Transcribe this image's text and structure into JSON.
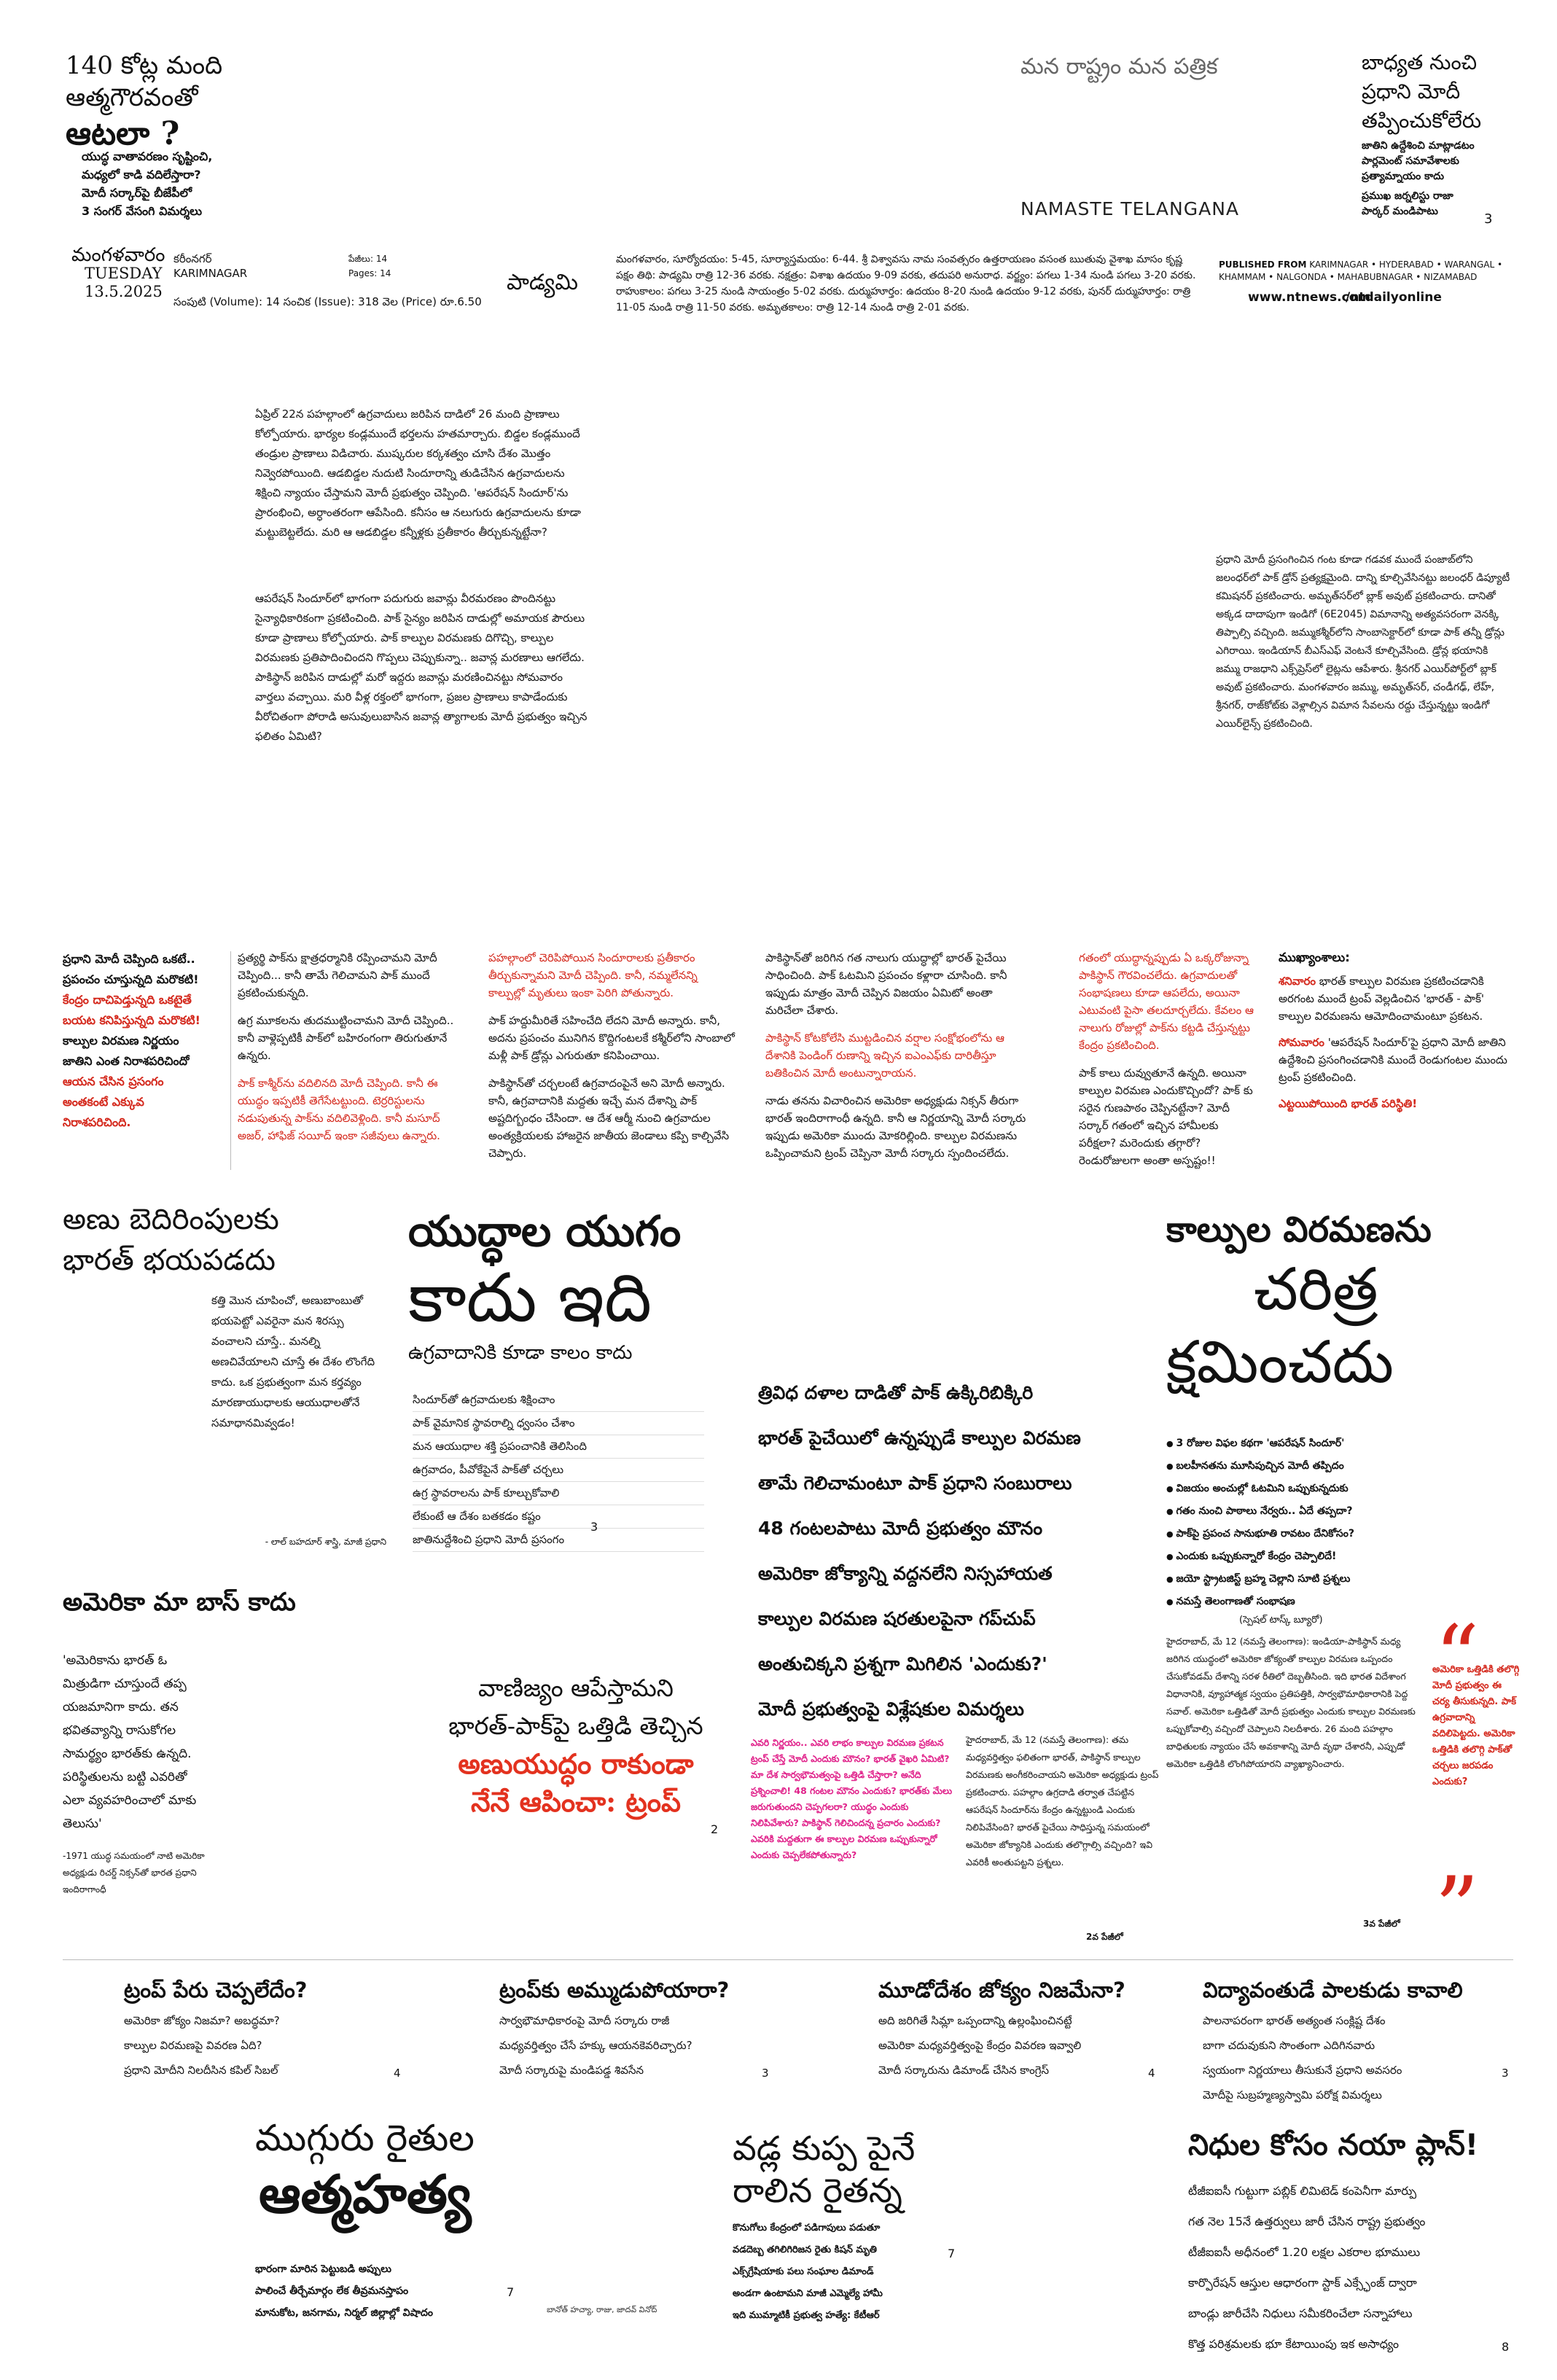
{
  "top_left": {
    "line1": "140 కోట్ల మంది",
    "line2": "ఆత్మగౌరవంతో",
    "line3": "ఆటలా ?",
    "sub1": "యుద్ధ వాతావరణం సృష్టించి,",
    "sub2": "మధ్యలో కాడి వదిలేస్తారా?",
    "sub3": "మోదీ సర్కార్‌పై బీజేపీలో",
    "sub4": "సంగర్ వేసంగి విమర్శలు",
    "sub_page": "3"
  },
  "masthead": {
    "tagline": "మన రాష్ట్రం  మన పత్రిక",
    "brand": "NAMASTE TELANGANA",
    "day_te": "మంగళవారం",
    "day_en": "TUESDAY",
    "date": "13.5.2025",
    "city_te": "కరీంనగర్",
    "city_en": "KARIMNAGAR",
    "pages_te": "పేజీలు: 14",
    "pages_en": "Pages: 14",
    "volume": "సంపుటి (Volume): 14   సంచిక (Issue): 318   వెల (Price) రూ.6.50",
    "panchangam_title": "పాడ్యమి",
    "panchangam": "మంగళవారం, సూర్యోదయం: 5-45, సూర్యాస్తమయం: 6-44. శ్రీ విశ్వావసు నామ సంవత్సరం ఉత్తరాయణం వసంత ఋతువు వైశాఖ మాసం కృష్ణ పక్షం తిథి: పాడ్యమి రాత్రి 12-36 వరకు. నక్షత్రం: విశాఖ ఉదయం 9-09 వరకు, తదుపరి అనురాధ. వర్జ్యం: పగలు 1-34 నుండి పగలు 3-20 వరకు. రాహుకాలం: పగలు 3-25 నుండి సాయంత్రం 5-02 వరకు. దుర్ముహూర్తం: ఉదయం 8-20 నుండి ఉదయం 9-12 వరకు, పునర్ దుర్ముహూర్తం: రాత్రి 11-05 నుండి రాత్రి 11-50 వరకు. అమృతకాలం: రాత్రి 12-14 నుండి రాత్రి 2-01 వరకు.",
    "published_label": "PUBLISHED FROM",
    "published_cities": "KARIMNAGAR • HYDERABAD • WARANGAL • KHAMMAM • NALGONDA • MAHABUBNAGAR • NIZAMABAD",
    "website": "www.ntnews.com",
    "social": "/ntdailyonline"
  },
  "top_right": {
    "line1": "బాధ్యత నుంచి",
    "line2": "ప్రధాని మోదీ",
    "line3": "తప్పించుకోలేరు",
    "sub1": "జాతిని ఉద్దేశించి మాట్లాడటం",
    "sub2": "పార్లమెంట్ సమావేశాలకు",
    "sub3": "ప్రత్యామ్నాయం కాదు",
    "sub4": "ప్రముఖ జర్నలిస్టు రాజా",
    "sub5": "పార్కర్ మండిపాటు",
    "sub_page": "3"
  },
  "center_para1": "ఏప్రిల్ 22న పహల్గాంలో ఉగ్రవాదులు జరిపిన దాడిలో 26 మంది ప్రాణాలు కోల్పోయారు. భార్యల కండ్లముందే భర్తలను హతమార్చారు. బిడ్డల కండ్లముందే తండ్రుల ప్రాణాలు విడిచారు. ముష్కరుల కర్కశత్వం చూసి దేశం మొత్తం నివ్వెరపోయింది. ఆడబిడ్డల నుదుటి సిందూరాన్ని తుడిచేసిన ఉగ్రవాదులను శిక్షించి న్యాయం చేస్తామని మోదీ ప్రభుత్వం చెప్పింది. 'ఆపరేషన్ సిందూర్'ను ప్రారంభించి, అర్ధాంతరంగా ఆపేసింది. కనీసం ఆ నలుగురు ఉగ్రవాదులను కూడా మట్టుబెట్టలేదు. మరి ఆ ఆడబిడ్డల కన్నీళ్లకు ప్రతీకారం తీర్చుకున్నట్టేనా?",
  "center_para2": "ఆపరేషన్ సిందూర్‌లో భాగంగా పదుగురు జవాన్లు వీరమరణం పొందినట్టు సైన్యాధికారికంగా ప్రకటించింది. పాక్ సైన్యం జరిపిన దాడుల్లో అమాయక పౌరులు కూడా ప్రాణాలు కోల్పోయారు. పాక్ కాల్పుల విరమణకు దిగొచ్చి, కాల్పుల విరమణకు ప్రతిపాదించిందని గొప్పలు చెప్పుకున్నా.. జవాన్ల మరణాలు ఆగలేదు. పాకిస్థాన్ జరిపిన దాడుల్లో మరో ఇద్దరు జవాన్లు మరణించినట్టు సోమవారం వార్తలు వచ్చాయి. మరి వీళ్ల రక్తంలో భాగంగా, ప్రజల ప్రాణాలు కాపాడేందుకు వీరోచితంగా పోరాడి అసువులుబాసిన జవాన్ల త్యాగాలకు మోదీ ప్రభుత్వం ఇచ్చిన ఫలితం ఏమిటి?",
  "right_para": "ప్రధాని మోదీ ప్రసంగించిన గంట కూడా గడవక ముందే పంజాబ్‌లోని జలంధర్‌లో పాక్ డ్రోన్ ప్రత్యక్షమైంది. దాన్ని కూల్చివేసినట్టు జలంధర్ డిప్యూటీ కమిషనర్ ప్రకటించారు. అమృత్‌సర్‌లో బ్లాక్ అవుట్ ప్రకటించారు. దానితో అక్కడ దాదాపుగా ఇండిగో (6E2045) విమానాన్ని అత్యవసరంగా వెనక్కి తిప్పాల్సి వచ్చింది. జమ్ముకశ్మీర్‌లోని సాంబాసెక్టార్‌లో కూడా పాక్ తన్నీ డ్రోన్లు ఎగిరాయి. ఇండియాన్ బీఎస్‌ఎఫ్ వెంటనే కూల్చివేసింది. డ్రోన్ల భయానికి జమ్ము రాజధాని ఎక్స్‌ప్రెస్‌లో లైట్లను ఆపేశారు. శ్రీనగర్ ఎయిర్‌పోర్ట్‌లో బ్లాక్ అవుట్ ప్రకటించారు. మంగళవారం జమ్ము, అమృత్‌సర్, చండీగఢ్, లేహ్, శ్రీనగర్, రాజ్‌కోట్‌కు వెళ్లాల్సిన విమాన సేవలను రద్దు చేస్తున్నట్టు ఇండిగో ఎయిర్‌లైన్స్ ప్రకటించింది.",
  "band": {
    "c1": [
      {
        "t": "ప్రధాని మోదీ చెప్పింది ఒకటే..",
        "cls": "bold"
      },
      {
        "t": "ప్రపంచం చూస్తున్నది మరొకటి!",
        "cls": "bold"
      },
      {
        "t": "కేంద్రం దాచిపెడ్తున్నది ఒకటైతే",
        "cls": "red bold"
      },
      {
        "t": "బయట కనిపిస్తున్నది మరొకటి!",
        "cls": "red bold"
      },
      {
        "t": "కాల్పుల విరమణ నిర్ణయం",
        "cls": "bold"
      },
      {
        "t": "జాతిని ఎంత నిరాశపరిచిందో",
        "cls": "bold"
      },
      {
        "t": "ఆయన చేసిన ప్రసంగం",
        "cls": "red bold"
      },
      {
        "t": "అంతకంటే ఎక్కువ",
        "cls": "red bold"
      },
      {
        "t": "నిరాశపరిచింది.",
        "cls": "red bold"
      }
    ],
    "c2a": "ప్రత్యర్థి పాక్‌ను క్షాత్రధర్మానికి రప్పించామని మోదీ చెప్పింది... కానీ తామే గెలిచామని పాక్ ముందే ప్రకటించుకున్నది.",
    "c2b": "ఉగ్ర మూకలను తుదముట్టించామని మోదీ చెప్పింది.. కానీ వాళ్లెప్పటికీ పాక్‌లో బహిరంగంగా తిరుగుతూనే ఉన్నరు.",
    "c2c": "పాక్ కాశ్మీర్‌ను వదిలినది మోదీ చెప్పింది. కానీ ఈ యుద్ధం ఇప్పటికీ తెగేసేటట్టుంది. టెర్రరిస్టులను నడుపుతున్న పాక్‌ను వదిలివెళ్లింది. కానీ మసూద్ అజర్, హాఫిజ్ సయీద్ ఇంకా సజీవులు ఉన్నారు.",
    "c3a": "పహల్గాంలో చెరిపిపోయిన సిందూరాలకు ప్రతీకారం తీర్చుకున్నామని మోదీ చెప్పింది. కానీ, నమ్మలేనన్ని కాల్పుల్లో మృతులు ఇంకా పెరిగి పోతున్నారు.",
    "c3b": "పాక్ హద్దుమీరితే సహించేది లేదని మోదీ అన్నారు. కానీ, అదను ప్రపంచం మునిగిన కొద్దిగంటలకే కశ్మీర్‌లోని సాంబాలో మళ్లీ పాక్ డ్రోన్లు ఎగురుతూ కనిపించాయి.",
    "c3c": "పాకిస్థాన్‌తో చర్చలంటే ఉగ్రవాదంపైనే అని మోదీ అన్నారు. కానీ, ఉగ్రవాదానికి మద్దతు ఇచ్చే మన దేశాన్ని పాక్ అష్టదిగ్బంధం చేసిందా. ఆ దేశ ఆర్మీ నుంచి ఉగ్రవాదుల అంత్యక్రియలకు హాజరైన జాతీయ జెండాలు కప్పి కాల్చివేసి చెప్పారు.",
    "c4a": "పాకిస్థాన్‌తో జరిగిన గత నాలుగు యుద్ధాల్లో భారత్ పైచేయి సాధించింది. పాక్ ఓటమిని ప్రపంచం కళ్లారా చూసింది. కానీ ఇప్పుడు మాత్రం మోదీ చెప్పిన విజయం ఏమిటో అంతా మరిచేలా చేశారు.",
    "c4b": "పాకిస్థాన్ కోటకోలేసి ముట్టడించిన వర్షాల సంక్షోభంలోను ఆ దేశానికి పెండింగ్ రుణాన్ని ఇచ్చిన ఐఎంఎఫ్‌కు దారితీస్తూ బతికించిన మోదీ అంటున్నారాయన.",
    "c4c": "నాడు తనను విచారించిన అమెరికా అధ్యక్షుడు నిక్సన్ తీరుగా భారత్ ఇందిరాగాంధీ ఉన్నది. కానీ ఆ నిర్ణయాన్ని మోదీ సర్కారు ఇప్పుడు అమెరికా ముందు మోకరిల్లింది. కాల్పుల విరమణను ఒప్పించామని ట్రంప్ చెప్పినా మోదీ సర్కారు స్పందించలేదు.",
    "c5a": "గతంలో యుద్ధాన్నప్పుడు ఏ ఒక్కరోజున్నా పాకిస్థాన్ గౌరవించలేదు. ఉగ్రవాదులతో సంభాషణలు కూడా ఆపలేదు, అయినా ఎటువంటి పైసా తలదూర్చలేదు. కేవలం ఆ నాలుగు రోజుల్లో పాక్‌ను కట్టడి చేస్తున్నట్టు కేంద్రం ప్రకటించింది.",
    "c5b": "పాక్ కాలు దువ్వుతూనే ఉన్నది. అయినా కాల్పుల విరమణ ఎందుకొచ్చిందో? పాక్ కు సరైన గుణపాఠం చెప్పినట్టేనా? మోదీ సర్కార్ గతంలో ఇచ్చిన హామీలకు పరీక్షలా? మరెందుకు తగ్గారో? రెండురోజులగా అంతా అస్పష్టం!!",
    "c6title": "ముఖ్యాంశాలు:",
    "c6": [
      {
        "label": "శనివారం",
        "t": "భారత్ కాల్పుల విరమణ ప్రకటించడానికి అరగంట ముందే ట్రంప్ వెల్లడించిన 'భారత్ - పాక్' కాల్పుల విరమణను ఆమోదించామంటూ ప్రకటన."
      },
      {
        "label": "సోమవారం",
        "t": "'ఆపరేషన్ సిందూర్'పై ప్రధాని మోదీ జాతిని ఉద్దేశించి ప్రసంగించడానికి ముందే రెండుగంటల ముందు ట్రంప్ ప్రకటించింది."
      },
      {
        "label": "",
        "t": "ఎట్టయిపోయింది భారత్ పరిస్థితి!"
      }
    ]
  },
  "left_story": {
    "h1": "అణు బెదిరింపులకు",
    "h2": "భారత్ భయపడదు",
    "quote": "కత్తి మొన చూపించో, అణుబాంబుతో భయపెట్టో ఎవరైనా మన శిరస్సు వంచాలని చూస్తే.. మనల్ని అణచివేయాలని చూస్తే ఈ దేశం లొంగేది కాదు. ఒక ప్రభుత్వంగా మన కర్తవ్యం మారణాయుధాలకు ఆయుధాలతోనే సమాధానమివ్వడం!",
    "author": "- లాల్ బహదూర్ శాస్త్రి, మాజీ ప్రధాని"
  },
  "war_story": {
    "h1": "యుద్ధాల యుగం",
    "h2": "కాదు ఇది",
    "sub": "ఉగ్రవాదానికి కూడా కాలం కాదు",
    "points": [
      "సిందూర్‌తో ఉగ్రవాదులకు శిక్షించాం",
      "పాక్ వైమానిక స్థావరాల్ని ధ్వంసం చేశాం",
      "మన ఆయుధాల శక్తి ప్రపంచానికి తెలిసింది",
      "ఉగ్రవాదం, పీవోకేపైనే పాక్‌తో చర్చలు",
      "ఉగ్ర స్థావరాలను పాక్ కూల్చుకోవాలి",
      "లేకుంటే ఆ దేశం బతకడం కష్టం",
      "జాతినుద్దేశించి ప్రధాని మోదీ ప్రసంగం"
    ],
    "page": "3"
  },
  "ceasefire_story": {
    "h1": "కాల్పుల విరమణను",
    "h2": "చరిత్ర",
    "h3": "క్షమించదు",
    "points": [
      "3 రోజుల విఫల కథగా 'ఆపరేషన్ సిందూర్'",
      "బలహీనతను మూసిపుచ్చిన మోదీ తప్పిదం",
      "విజయం అంచుల్లో ఓటమిని ఒప్పుకున్నదుకు",
      "గతం నుంచి పాఠాలు నేర్వరు.. ఏదే తప్పదా?",
      "పాక్‌పై ప్రపంచ సానుభూతి రావటం దేనికోసం?",
      "ఎందుకు ఒప్పుకున్నారో కేంద్రం చెప్పాలిదే!",
      "జయో స్ట్రాటజిస్ట్ బ్రహ్మ చెల్లాని సూటి ప్రశ్నలు",
      "నమస్తే తెలంగాణతో సంభాషణ"
    ],
    "byline": "(స్పెషల్ టాస్క్ బ్యూరో)",
    "body": "హైదరాబాద్, మే 12 (నమస్తే తెలంగాణ): ఇండియా-పాకిస్థాన్ మధ్య జరిగిన యుద్ధంలో అమెరికా జోక్యంతో కాల్పుల విరమణ ఒప్పందం చేసుకోవడమ్ దేశాన్ని సరళ రీతిలో దెబ్బతీసింది. ఇది భారత విదేశాంగ విధానానికి, వ్యూహాత్మక స్వయం ప్రతిపత్తికి, సార్వభౌమాధికారానికి పెద్ద సవాల్. అమెరికా ఒత్తిడితో మోదీ ప్రభుత్వం ఎందుకు కాల్పుల విరమణకు ఒప్పుకోవాల్సి వచ్చిందో చెప్పాలని నిలదీశారు. 26 మంది పహల్గాం బాధితులకు న్యాయం చేసే అవకాశాన్ని మోదీ వృథా చేశారనీ, ఎప్పుడో అమెరికా ఒత్తిడికి లొంగిపోయారని వ్యాఖ్యానించారు.",
    "cont": "3వ పేజీలో",
    "quote": "అమెరికా ఒత్తిడికి తలొగ్గి మోదీ ప్రభుత్వం ఈ చర్య తీసుకున్నది. పాక్ ఉగ్రవాదాన్ని వదిలిపెట్టదు. అమెరికా ఒత్తిడికి తలొగ్గి పాక్‌తో చర్చలు జరపడం ఎందుకు?"
  },
  "mid_story": {
    "lines": [
      "త్రివిధ దళాల దాడితో పాక్ ఉక్కిరిబిక్కిరి",
      "భారత్ పైచేయిలో ఉన్నప్పుడే కాల్పుల విరమణ",
      "తామే గెలిచామంటూ పాక్ ప్రధాని సంబురాలు",
      "48 గంటలపాటు మోదీ ప్రభుత్వం మౌనం",
      "అమెరికా జోక్యాన్ని వద్దనలేని నిస్సహాయత",
      "కాల్పుల విరమణ షరతులపైనా గప్‌చుప్",
      "అంతుచిక్కని ప్రశ్నగా మిగిలిన 'ఎందుకు?'",
      "మోదీ ప్రభుత్వంపై విశ్లేషకుల విమర్శలు"
    ],
    "pinkbox": "ఎవరి నిర్ణయం.. ఎవరి లాభం కాల్పుల విరమణ ప్రకటన ట్రంప్ చేస్తే మోదీ ఎందుకు మౌనం? భారత్ వైఖరి ఏమిటి? మా దేశ సార్వభౌమత్వంపై ఒత్తిడి చేస్తారా? అనేది ప్రశ్నించాలి! 48 గంటల మౌనం ఎందుకు? భారత్‌కు మేలు జరుగుతుందని చెప్పగలరా? యుద్ధం ఎందుకు నిలిపివేశారు? పాకిస్థాన్ గెలిచిందన్న ప్రచారం ఎందుకు? ఎవరికి మద్దతుగా ఈ కాల్పుల విరమణ ఒప్పుకున్నారో ఎందుకు చెప్పలేకపోతున్నారు?",
    "body": "హైదరాబాద్, మే 12 (నమస్తే తెలంగాణ): తమ మధ్యవర్తిత్వం ఫలితంగా భారత్, పాకిస్థాన్ కాల్పుల విరమణకు అంగీకరించాయని అమెరికా అధ్యక్షుడు ట్రంప్ ప్రకటించారు. పహల్గాం ఉగ్రదాడి తర్వాత చేపట్టిన ఆపరేషన్ సిందూర్‌ను కేంద్రం ఉన్నట్టుండి ఎందుకు నిలిపివేసింది? భారత్ పైచేయి సాధిస్తున్న సమయంలో అమెరికా జోక్యానికి ఎందుకు తలొగ్గాల్సి వచ్చింది? ఇవి ఎవరికీ అంతుపట్టని ప్రశ్నలు.",
    "cont": "2వ పేజీలో"
  },
  "america": {
    "h": "అమెరికా మా బాస్ కాదు",
    "quote": "'అమెరికాను భారత్ ఓ మిత్రుడిగా చూస్తుందే తప్ప యజమానిగా కాదు. తన భవితవ్యాన్ని రాసుకోగల సామర్థ్యం భారత్‌కు ఉన్నది. పరిస్థితులను బట్టి ఎవరితో ఎలా వ్యవహరించాలో మాకు తెలుసు'",
    "author": "-1971 యుద్ధ సమయంలో నాటి అమెరికా అధ్యక్షుడు రిచర్డ్ నిక్సన్‌తో భారత ప్రధాని ఇందిరాగాంధీ"
  },
  "trump_story": {
    "l1": "వాణిజ్యం ఆపేస్తామని",
    "l2": "భారత్-పాక్‌పై ఒత్తిడి తెచ్చిన",
    "l3": "అణుయుద్ధం రాకుండా",
    "l4": "నేనే ఆపించా: ట్రంప్",
    "page": "2"
  },
  "row1": [
    {
      "h": "ట్రంప్ పేరు చెప్పలేదేం?",
      "lines": [
        "అమెరికా జోక్యం నిజమా? అబద్ధమా?",
        "కాల్పుల విరమణపై వివరణ ఏది?",
        "ప్రధాని మోదీని నిలదీసిన కపిల్ సిబల్"
      ],
      "page": "4"
    },
    {
      "h": "ట్రంప్‌కు అమ్ముడుపోయారా?",
      "lines": [
        "సార్వభౌమాధికారంపై మోదీ సర్కారు రాజీ",
        "మధ్యవర్తిత్వం చేసే హక్కు ఆయనకెవరిచ్చారు?",
        "మోదీ సర్కారుపై మండిపడ్డ శివసేన"
      ],
      "page": "3"
    },
    {
      "h": "మూడోదేశం జోక్యం నిజమేనా?",
      "lines": [
        "అది జరిగితే సిమ్లా ఒప్పందాన్ని ఉల్లంఘించినట్టే",
        "అమెరికా మధ్యవర్తిత్వంపై కేంద్రం వివరణ ఇవ్వాలి",
        "మోదీ సర్కారును డిమాండ్ చేసిన కాంగ్రెస్"
      ],
      "page": "4"
    },
    {
      "h": "విద్యావంతుడే పాలకుడు కావాలి",
      "lines": [
        "పాలనాపరంగా భారత్ అత్యంత సంక్లిష్ట దేశం",
        "బాగా చదువుకుని సొంతంగా ఎదిగినవారు",
        "స్వయంగా నిర్ణయాలు తీసుకునే ప్రధాని అవసరం",
        "మోదీపై సుబ్రహ్మణ్యస్వామి పరోక్ష విమర్శలు"
      ],
      "page": "3"
    }
  ],
  "row2": {
    "farmers": {
      "h1": "ముగ్గురు రైతుల",
      "h2": "ఆత్మహత్య",
      "lines": [
        "భారంగా మారిన పెట్టుబడి అప్పులు",
        "పాలించే తీర్చేమార్గం లేక తీవ్రమనస్తాపం",
        "మానుకోట, జనగామ, నిర్మల్ జిల్లాల్లో విషాదం"
      ],
      "page": "7",
      "names": "బానోత్ హచ్యా, రాజు, జాదవ్ వినోద్"
    },
    "paddy": {
      "h1": "వడ్ల కుప్ప పైనే",
      "h2": "రాలిన రైతన్న",
      "lines": [
        "కొనుగోలు కేంద్రంలో పడిగాపులు పడుతూ",
        "వడదెబ్బ తగిలిగిరిజన రైతు కిషన్ మృతి",
        "ఎక్స్‌గ్రేషియాకు పలు సంఘాల డిమాండ్",
        "అండగా ఉంటామని మాజీ ఎమ్మెల్యే హామీ",
        "ఇది ముమ్మాటికీ ప్రభుత్వ హత్యే: కేటీఆర్"
      ],
      "page": "7"
    },
    "funds": {
      "h": "నిధుల కోసం నయా ప్లాన్!",
      "lines": [
        "టీజీఐఐసీ గుట్టుగా పబ్లిక్ లిమిటెడ్ కంపెనీగా మార్పు",
        "గత నెల 15నే ఉత్తర్వులు జారీ చేసిన రాష్ట్ర ప్రభుత్వం",
        "టీజీఐఐసీ అధీనంలో 1.20 లక్షల ఎకరాల భూములు",
        "కార్పొరేషన్ ఆస్తుల ఆధారంగా స్టాక్ ఎక్స్ఛేంజ్ ద్వారా",
        "బాండ్లు జారీచేసి నిధులు సమీకరించేలా సన్నాహాలు",
        "కొత్త పరిశ్రమలకు భూ కేటాయింపు ఇక అసాధ్యం"
      ],
      "page": "8"
    }
  }
}
